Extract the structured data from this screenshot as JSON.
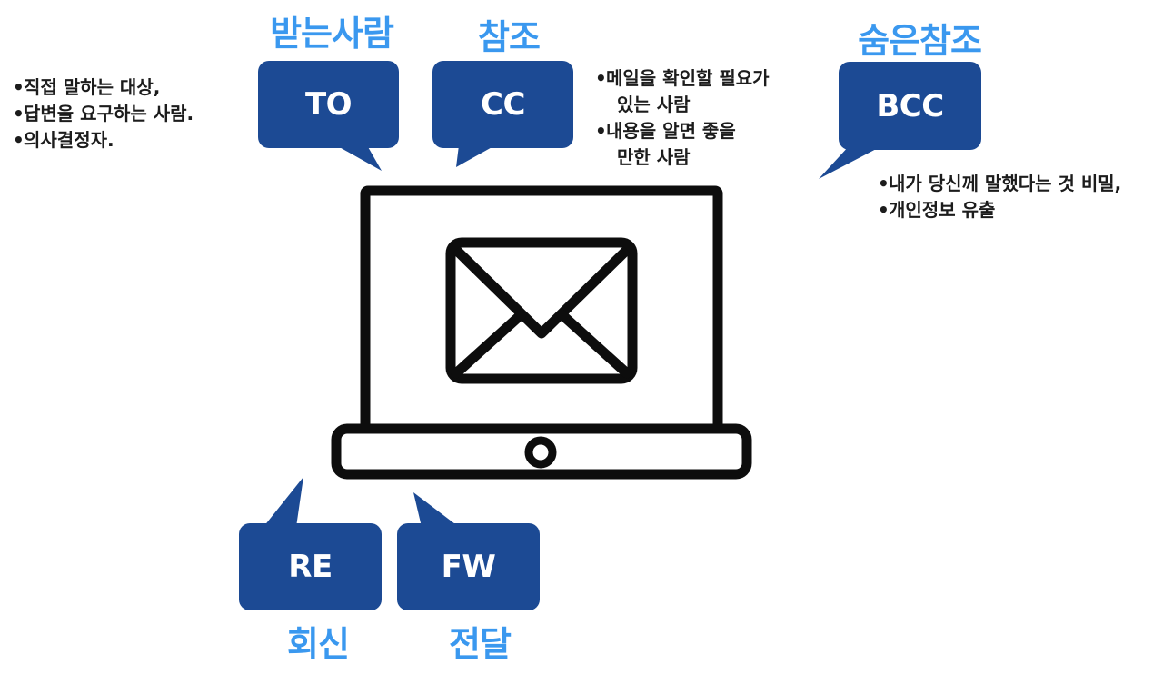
{
  "colors": {
    "heading": "#3a98ef",
    "bubble": "#1c4a94",
    "bubble_text": "#ffffff",
    "bullet_text": "#1c1c1c",
    "laptop": "#0d0d0d"
  },
  "headings": {
    "to": "받는사람",
    "cc": "참조",
    "bcc": "숨은참조",
    "re": "회신",
    "fw": "전달"
  },
  "bubbles": {
    "to": "TO",
    "cc": "CC",
    "bcc": "BCC",
    "re": "RE",
    "fw": "FW"
  },
  "notes": {
    "to": [
      "직접 말하는 대상,",
      "답변을 요구하는 사람.",
      "의사결정자."
    ],
    "cc": [
      {
        "line1": "메일을 확인할 필요가",
        "line2": "있는 사람"
      },
      {
        "line1": "내용을 알면 좋을",
        "line2": "만한 사람"
      }
    ],
    "bcc": [
      "내가 당신께 말했다는 것 비밀,",
      "개인정보 유출"
    ]
  },
  "icons": {
    "laptop": "laptop-icon",
    "envelope": "envelope-icon"
  }
}
